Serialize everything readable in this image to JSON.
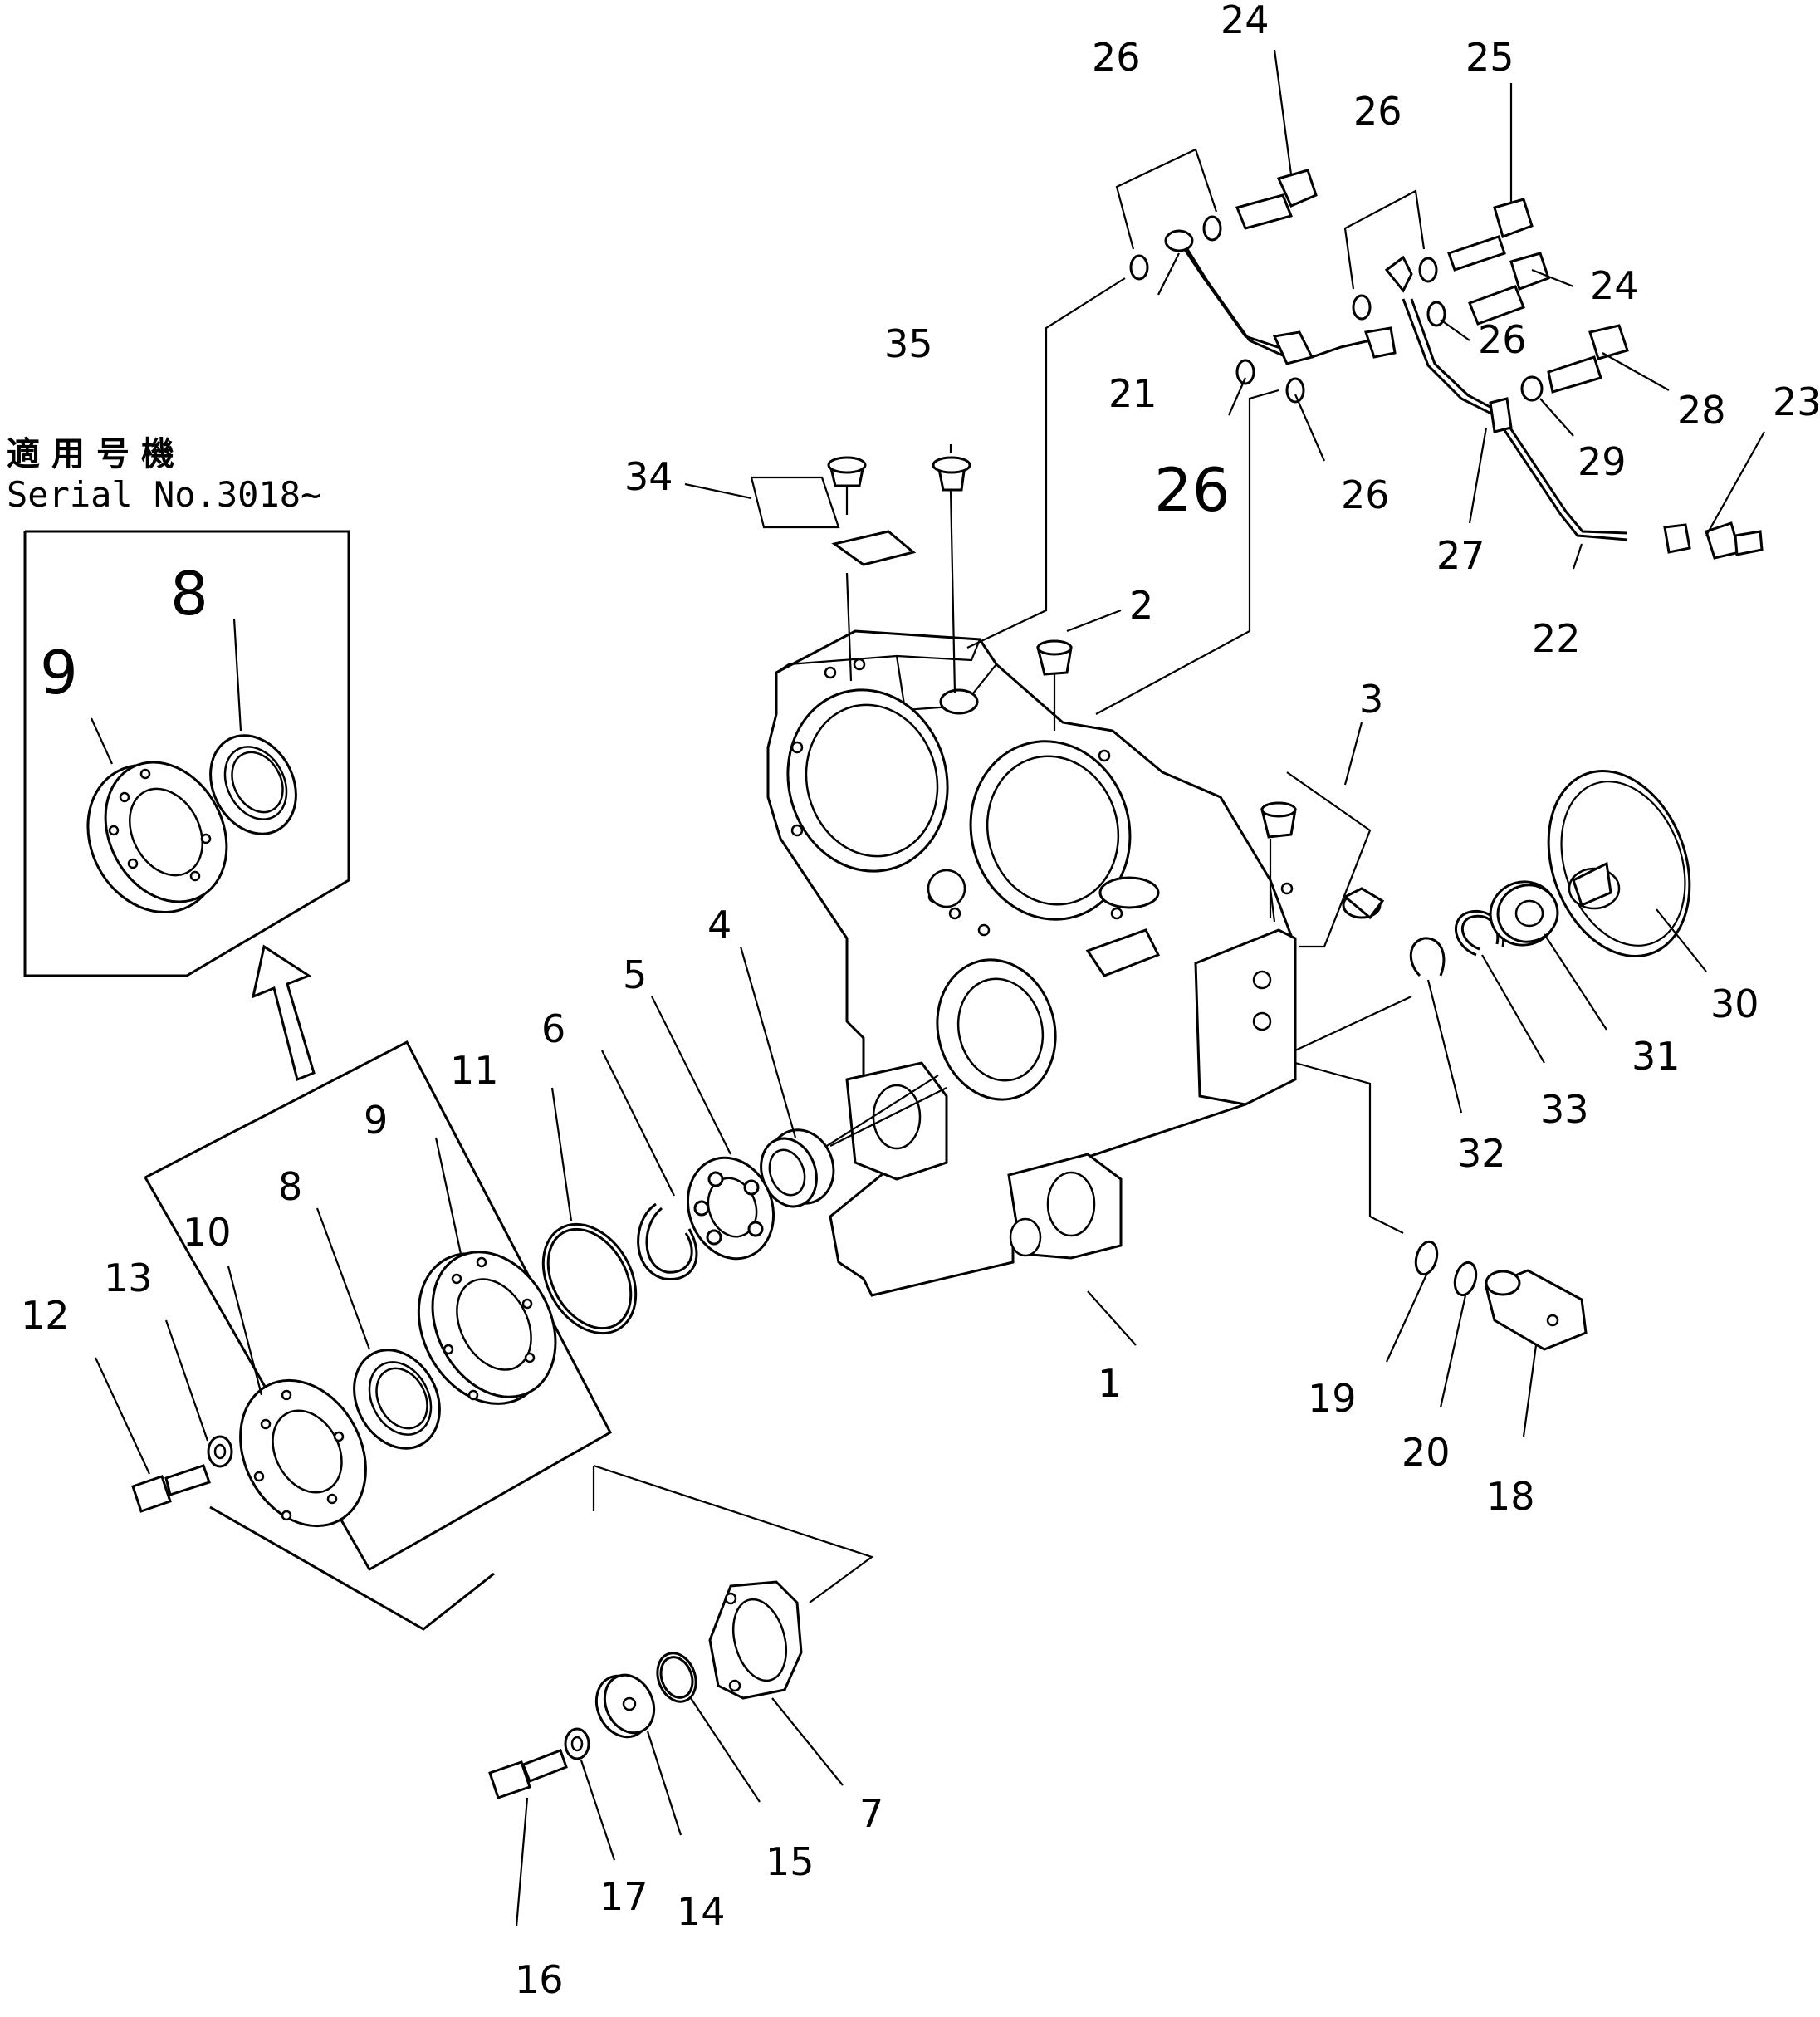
{
  "serial_note": {
    "title_jp": "適用号機",
    "serial": "Serial No.3018~"
  },
  "inset": {
    "labels": {
      "seal": "8",
      "retainer": "9"
    }
  },
  "callouts": {
    "p1": "1",
    "p2": "2",
    "p3": "3",
    "p4": "4",
    "p5": "5",
    "p6": "6",
    "p7": "7",
    "p8": "8",
    "p9": "9",
    "p10": "10",
    "p11": "11",
    "p12": "12",
    "p13": "13",
    "p14": "14",
    "p15": "15",
    "p16": "16",
    "p17": "17",
    "p18": "18",
    "p19": "19",
    "p20": "20",
    "p21": "21",
    "p22": "22",
    "p23": "23",
    "p24a": "24",
    "p24b": "24",
    "p25": "25",
    "p26a": "26",
    "p26b": "26",
    "p26c": "26",
    "p26d": "26",
    "p26e": "26",
    "p26big": "26",
    "p27": "27",
    "p28": "28",
    "p29": "29",
    "p30": "30",
    "p31": "31",
    "p32": "32",
    "p33": "33",
    "p34": "34",
    "p35": "35"
  }
}
